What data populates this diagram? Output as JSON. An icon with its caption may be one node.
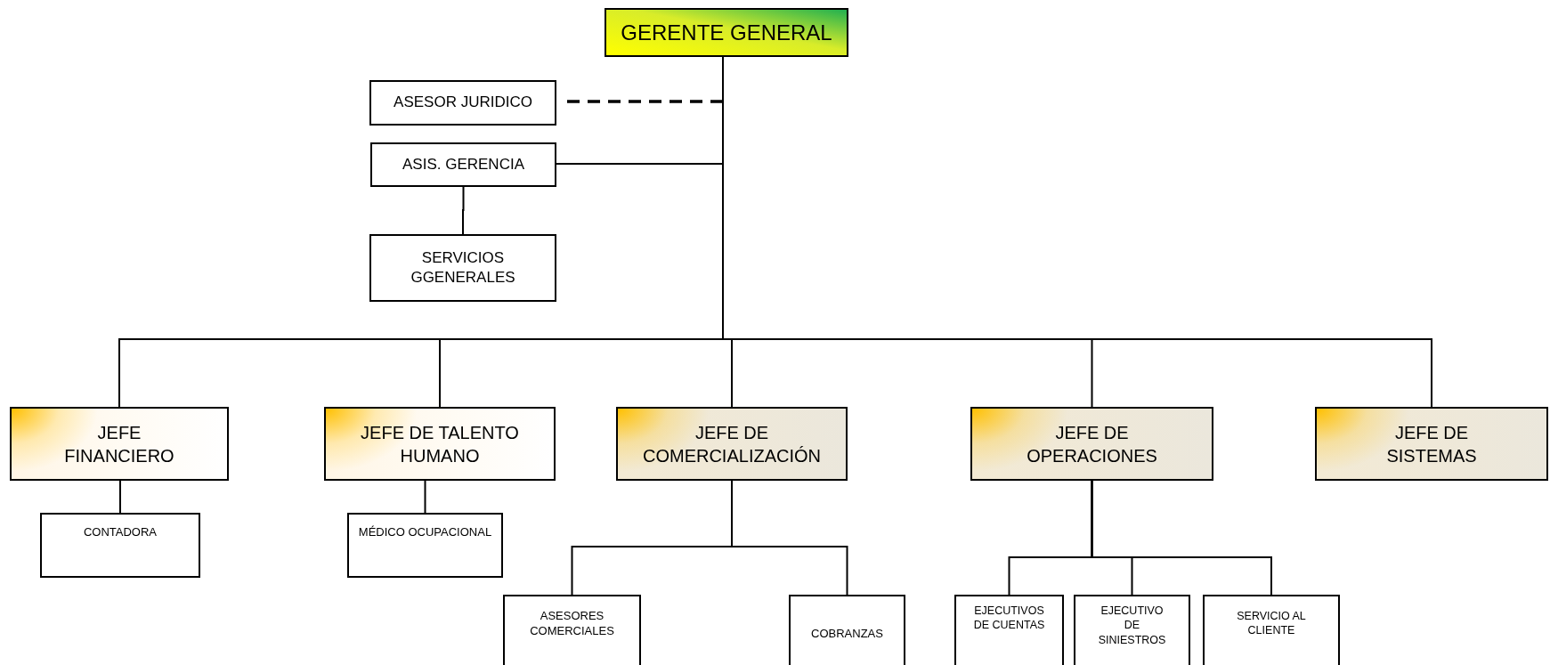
{
  "diagram": {
    "nodes": [
      {
        "text": [
          "GERENTE GENERAL"
        ]
      },
      {
        "text": [
          "ASESOR JURIDICO"
        ]
      },
      {
        "text": [
          "ASIS. GERENCIA"
        ]
      },
      {
        "text": [
          "SERVICIOS GGENERALES"
        ]
      },
      {
        "text": [
          "JEFE FINANCIERO"
        ]
      },
      {
        "text": [
          "JEFE DE TALENTO HUMANO"
        ]
      },
      {
        "text": [
          "JEFE DE COMERCIALIZACIÓN"
        ]
      },
      {
        "text": [
          "JEFE DE OPERACIONES"
        ]
      },
      {
        "text": [
          "JEFE DE SISTEMAS"
        ]
      },
      {
        "text": [
          "CONTADORA"
        ]
      },
      {
        "text": [
          "MÉDICO OCUPACIONAL"
        ]
      },
      {
        "text": [
          "ASESORES COMERCIALES"
        ]
      },
      {
        "text": [
          "COBRANZAS"
        ]
      },
      {
        "text": [
          "EJECUTIVOS DE CUENTAS"
        ]
      },
      {
        "text": [
          "EJECUTIVO DE SINIESTROS"
        ]
      },
      {
        "text": [
          "SERVICIO AL CLIENTE"
        ]
      }
    ],
    "edges": [
      {
        "from": 0,
        "to": 1,
        "arrow": "none",
        "style": "dashed"
      },
      {
        "from": 0,
        "to": 2,
        "arrow": "none"
      },
      {
        "from": 2,
        "to": 3,
        "arrow": "none"
      },
      {
        "from": 0,
        "to": 4,
        "arrow": "none"
      },
      {
        "from": 0,
        "to": 5,
        "arrow": "none"
      },
      {
        "from": 0,
        "to": 6,
        "arrow": "none"
      },
      {
        "from": 0,
        "to": 7,
        "arrow": "none"
      },
      {
        "from": 0,
        "to": 8,
        "arrow": "none"
      },
      {
        "from": 4,
        "to": 9,
        "arrow": "none"
      },
      {
        "from": 5,
        "to": 10,
        "arrow": "none"
      },
      {
        "from": 6,
        "to": 11,
        "arrow": "none"
      },
      {
        "from": 6,
        "to": 12,
        "arrow": "none"
      },
      {
        "from": 7,
        "to": 13,
        "arrow": "none"
      },
      {
        "from": 7,
        "to": 14,
        "arrow": "none"
      },
      {
        "from": 7,
        "to": 15,
        "arrow": "none"
      }
    ]
  }
}
